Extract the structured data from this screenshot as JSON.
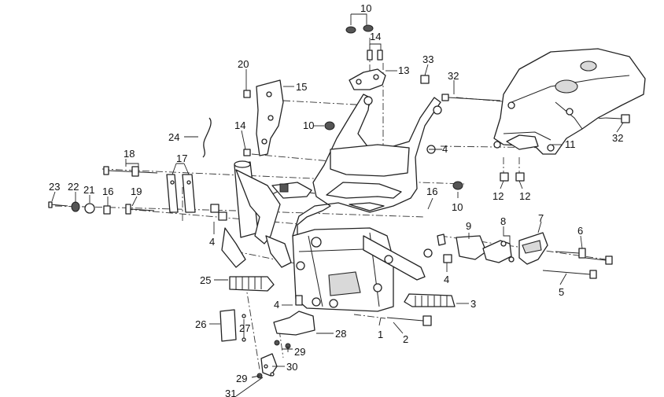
{
  "callouts": {
    "c1": "1",
    "c2": "2",
    "c3": "3",
    "c4a": "4",
    "c4b": "4",
    "c4c": "4",
    "c5": "5",
    "c6": "6",
    "c7": "7",
    "c8": "8",
    "c9": "9",
    "c10a": "10",
    "c10b": "10",
    "c10c": "10",
    "c11": "11",
    "c12a": "12",
    "c12b": "12",
    "c13": "13",
    "c14a": "14",
    "c14b": "14",
    "c15": "15",
    "c16a": "16",
    "c16b": "16",
    "c17": "17",
    "c18": "18",
    "c19": "19",
    "c20": "20",
    "c21": "21",
    "c22": "22",
    "c23": "23",
    "c24": "24",
    "c25": "25",
    "c26": "26",
    "c27": "27",
    "c28": "28",
    "c29a": "29",
    "c29b": "29",
    "c30": "30",
    "c31": "31",
    "c32a": "32",
    "c32b": "32",
    "c33": "33"
  }
}
